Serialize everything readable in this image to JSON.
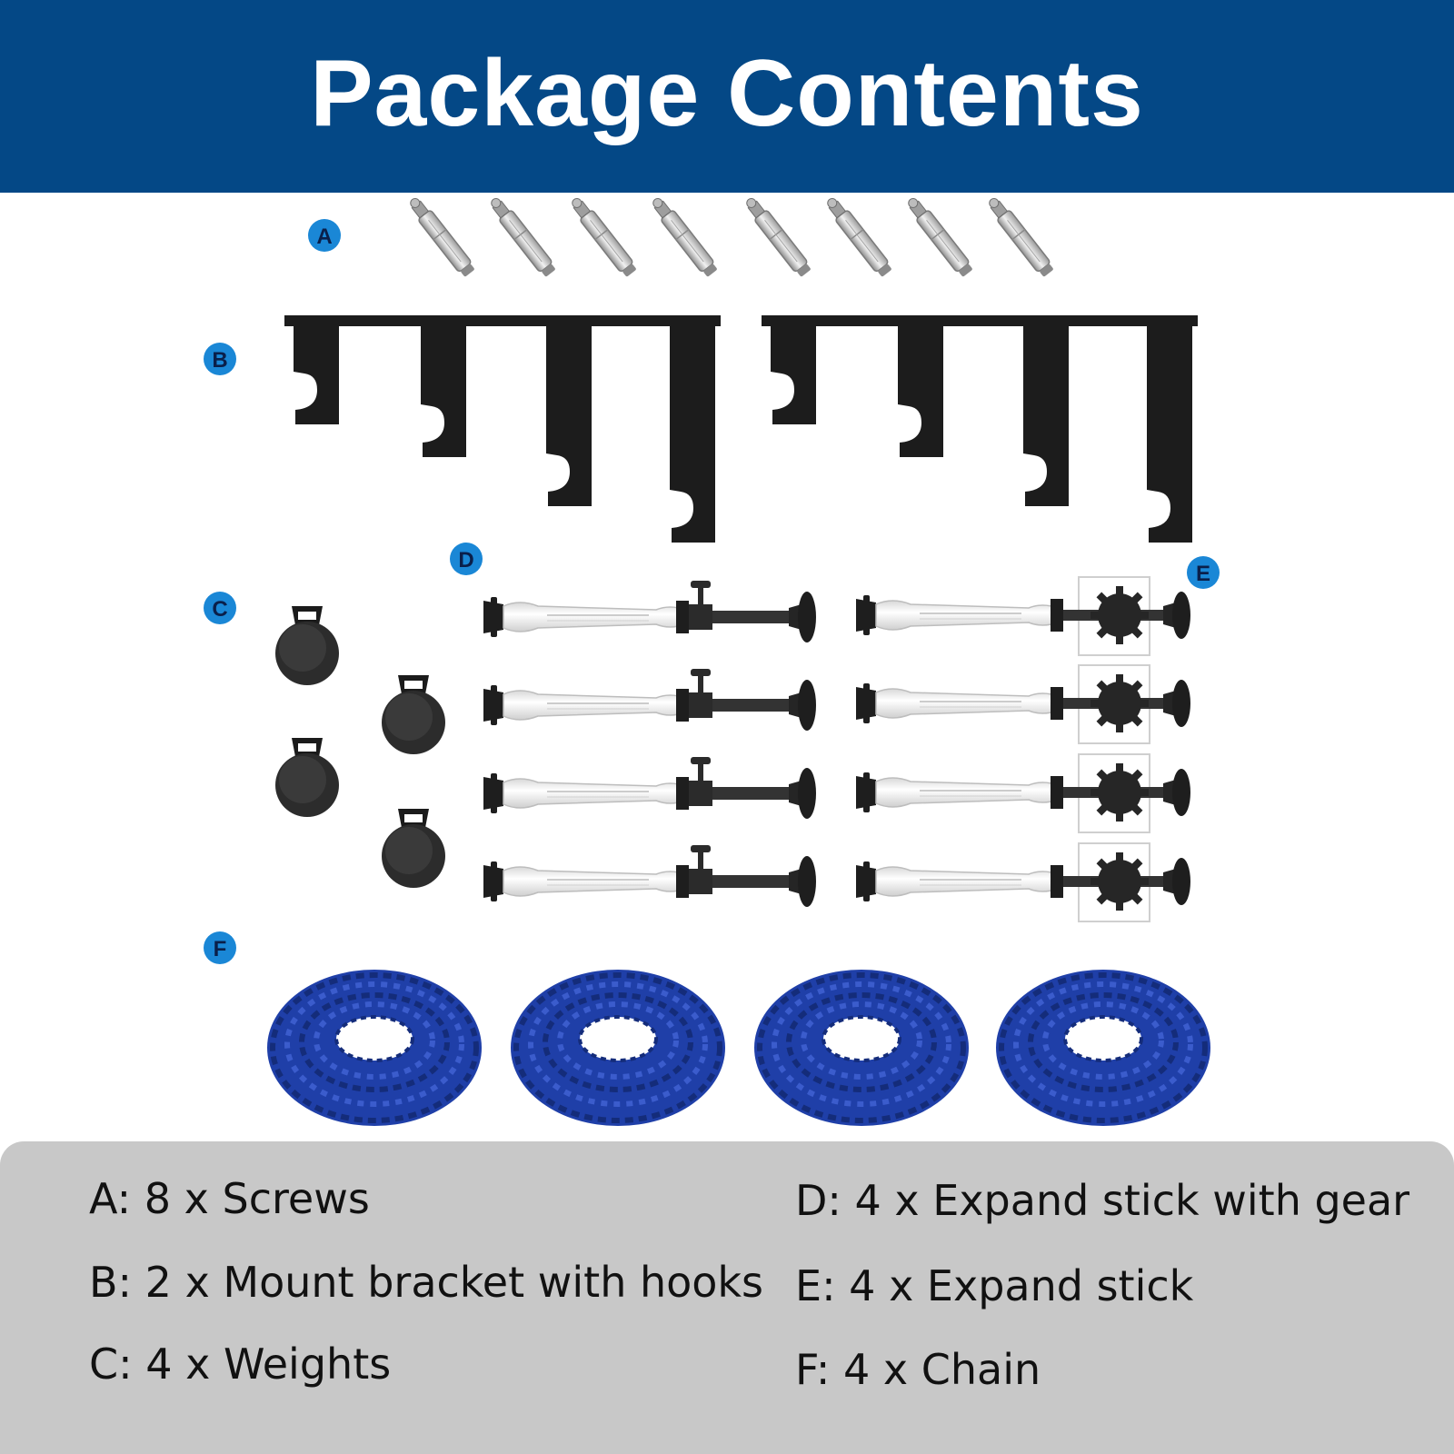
{
  "header": {
    "title": "Package Contents",
    "background": "#044886"
  },
  "parts": {
    "badges": [
      "A",
      "B",
      "C",
      "D",
      "E",
      "F"
    ],
    "badge_color": "#1a87d6",
    "chain_color": "#1f3fa8"
  },
  "legend": {
    "items": [
      "A: 8 x Screws",
      "B: 2 x Mount bracket with hooks",
      "C: 4 x Weights",
      "D: 4 x Expand stick with gear",
      "E: 4 x Expand stick",
      "F: 4 x Chain"
    ]
  }
}
